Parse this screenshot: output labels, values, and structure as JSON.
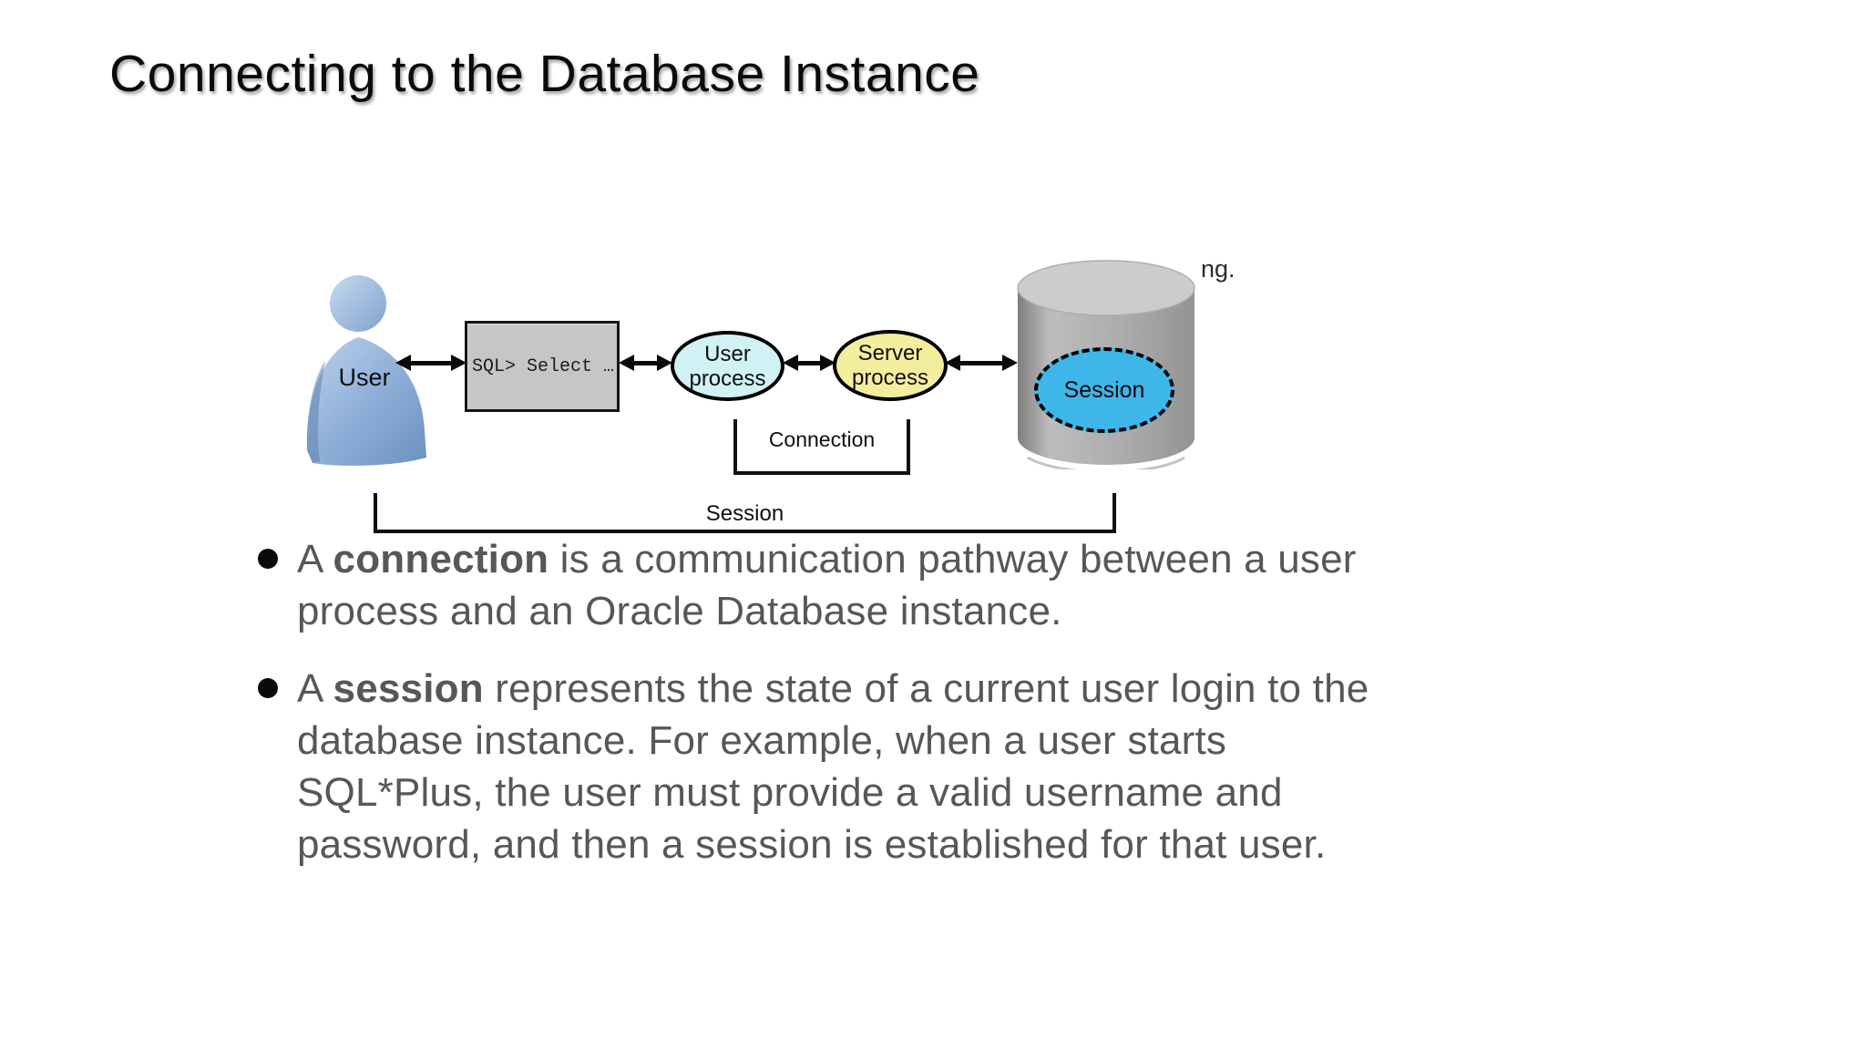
{
  "slide": {
    "title": "Connecting to the Database Instance",
    "stray_fragment": "ng."
  },
  "diagram": {
    "user_label": "User",
    "sql_box_text": "SQL> Select …",
    "user_process_line1": "User",
    "user_process_line2": "process",
    "server_process_line1": "Server",
    "server_process_line2": "process",
    "session_db_label": "Session",
    "connection_bracket_label": "Connection",
    "session_bracket_label": "Session"
  },
  "bullets": [
    {
      "lines": [
        [
          {
            "t": "A ",
            "b": false
          },
          {
            "t": "connection",
            "b": true
          },
          {
            "t": " is a communication pathway between a user",
            "b": false
          }
        ],
        [
          {
            "t": "process and an Oracle Database instance.",
            "b": false
          }
        ]
      ]
    },
    {
      "lines": [
        [
          {
            "t": "A ",
            "b": false
          },
          {
            "t": "session",
            "b": true
          },
          {
            "t": " represents the state of a current user login to the",
            "b": false
          }
        ],
        [
          {
            "t": "database instance. For example, when a user starts",
            "b": false
          }
        ],
        [
          {
            "t": "SQL*Plus, the user must provide a valid username and",
            "b": false
          }
        ],
        [
          {
            "t": "password, and then a session is established for that user.",
            "b": false
          }
        ]
      ]
    }
  ],
  "colors": {
    "accent_session_blue": "#3eb6ea",
    "user_process_fill": "#d0f2f4",
    "server_process_fill": "#f3ee9e",
    "sql_box_fill": "#c6c6c6",
    "cylinder_gray": "#ababab",
    "person_blue": "#8aabd5",
    "body_text_gray": "#575757"
  }
}
